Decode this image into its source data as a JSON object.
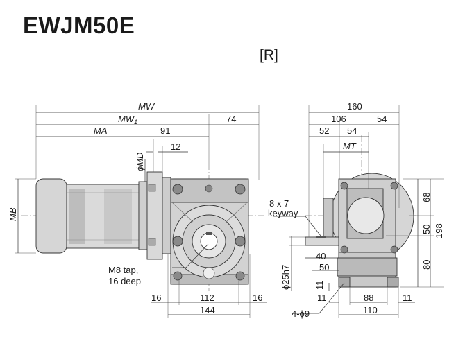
{
  "title": {
    "model": "EWJM50E",
    "variant": "[R]"
  },
  "side_view": {
    "dims": {
      "mw": "MW",
      "mw1": "MW",
      "mw1_sub": "1",
      "ma": "MA",
      "d74": "74",
      "d91": "91",
      "d12": "12",
      "mb": "MB",
      "md": "ϕMD",
      "d16_left": "16",
      "d112": "112",
      "d16_right": "16",
      "d144": "144"
    },
    "tap_note": [
      "M8 tap,",
      "16 deep"
    ]
  },
  "front_view": {
    "dims": {
      "d160": "160",
      "d106": "106",
      "d54_top": "54",
      "d52": "52",
      "d54_mid": "54",
      "mt": "MT",
      "d68": "68",
      "d50_right": "50",
      "d80": "80",
      "d198": "198",
      "d40": "40",
      "d50_bottom": "50",
      "shaft_dia": "ϕ25h7",
      "d11_a": "11",
      "d11_b": "11",
      "d88": "88",
      "d11_c": "11",
      "d110": "110",
      "holes": "4-ϕ9"
    },
    "keyway_note": [
      "8 x 7",
      "keyway"
    ]
  },
  "colors": {
    "body_fill": "#d4d4d4",
    "body_dark": "#9a9a9a",
    "line": "#333333"
  }
}
